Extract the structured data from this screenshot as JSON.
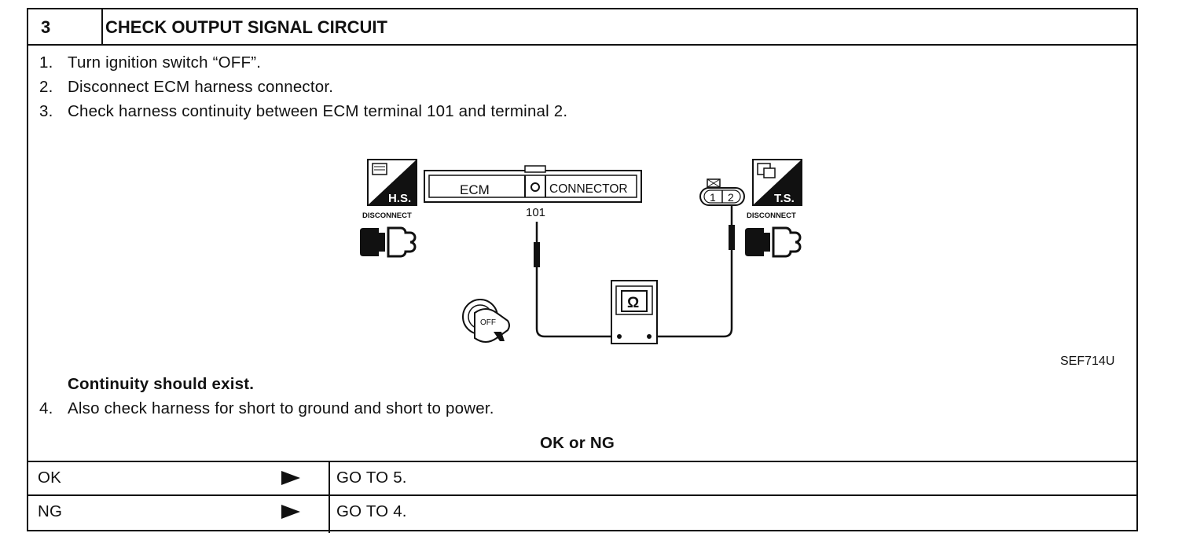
{
  "header": {
    "step_number": "3",
    "title": "CHECK OUTPUT SIGNAL CIRCUIT"
  },
  "steps": [
    {
      "num": "1.",
      "text": "Turn ignition switch “OFF”."
    },
    {
      "num": "2.",
      "text": "Disconnect ECM harness connector."
    },
    {
      "num": "3.",
      "text": "Check harness continuity between ECM terminal 101 and terminal 2."
    }
  ],
  "diagram": {
    "hs_label": "H.S.",
    "ts_label": "T.S.",
    "disconnect_left": "DISCONNECT",
    "disconnect_right": "DISCONNECT",
    "ecm_label": "ECM",
    "connector_label": "CONNECTOR",
    "terminal_101": "101",
    "connector_pin_1": "1",
    "connector_pin_2": "2",
    "ohm_symbol": "Ω",
    "ignition_label": "OFF",
    "figure_code": "SEF714U"
  },
  "result_note": "Continuity should exist.",
  "step4": {
    "num": "4.",
    "text": "Also check harness for short to ground and short to power."
  },
  "decision_title": "OK or NG",
  "decision_rows": [
    {
      "label": "OK",
      "action": "GO TO 5."
    },
    {
      "label": "NG",
      "action": "GO TO 4."
    }
  ]
}
